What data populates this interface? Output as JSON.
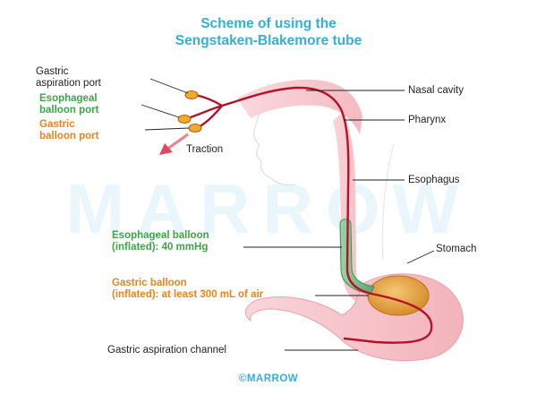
{
  "title": {
    "line1": "Scheme of using the",
    "line2": "Sengstaken-Blakemore tube"
  },
  "watermark": "MARROW",
  "labels": {
    "gastric_aspiration_port_1": "Gastric",
    "gastric_aspiration_port_2": "aspiration port",
    "esophageal_balloon_port_1": "Esophageal",
    "esophageal_balloon_port_2": "balloon port",
    "gastric_balloon_port_1": "Gastric",
    "gastric_balloon_port_2": "balloon port",
    "traction": "Traction",
    "nasal_cavity": "Nasal cavity",
    "pharynx": "Pharynx",
    "esophagus": "Esophagus",
    "stomach": "Stomach",
    "esophageal_balloon_1": "Esophageal balloon",
    "esophageal_balloon_2": "(inflated): 40 mmHg",
    "gastric_balloon_1": "Gastric balloon",
    "gastric_balloon_2": "(inflated): at least 300 mL of air",
    "gastric_aspiration_channel": "Gastric aspiration channel"
  },
  "footer": "©MARROW",
  "colors": {
    "title": "#33b1d4",
    "esophageal_label": "#3aa648",
    "gastric_label": "#e8851f",
    "tube": "#b3122a",
    "tissue": "#f6c6cc",
    "balloon_green": "#7fbf8f",
    "balloon_orange": "#e8a94a"
  }
}
